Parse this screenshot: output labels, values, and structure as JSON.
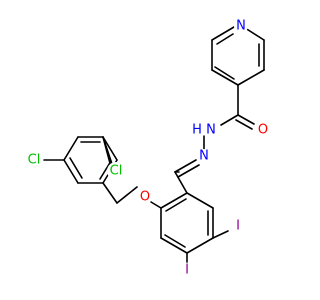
{
  "structure": {
    "atoms": [
      {
        "id": "N_py",
        "symbol": "N",
        "color": "#0000ff"
      },
      {
        "id": "O",
        "symbol": "O",
        "color": "#ff0000"
      },
      {
        "id": "NH",
        "symbol": "N",
        "color": "#0000ff"
      },
      {
        "id": "H",
        "symbol": "H",
        "color": "#0000ff"
      },
      {
        "id": "N2",
        "symbol": "N",
        "color": "#0000ff"
      },
      {
        "id": "O_eth",
        "symbol": "O",
        "color": "#ff0000"
      },
      {
        "id": "Cl_1",
        "symbol": "Cl",
        "color": "#00c000"
      },
      {
        "id": "Cl_2",
        "symbol": "Cl",
        "color": "#00c000"
      },
      {
        "id": "I_1",
        "symbol": "I",
        "color": "#940094"
      },
      {
        "id": "I_2",
        "symbol": "I",
        "color": "#940094"
      }
    ],
    "bond_color": "#000000"
  }
}
